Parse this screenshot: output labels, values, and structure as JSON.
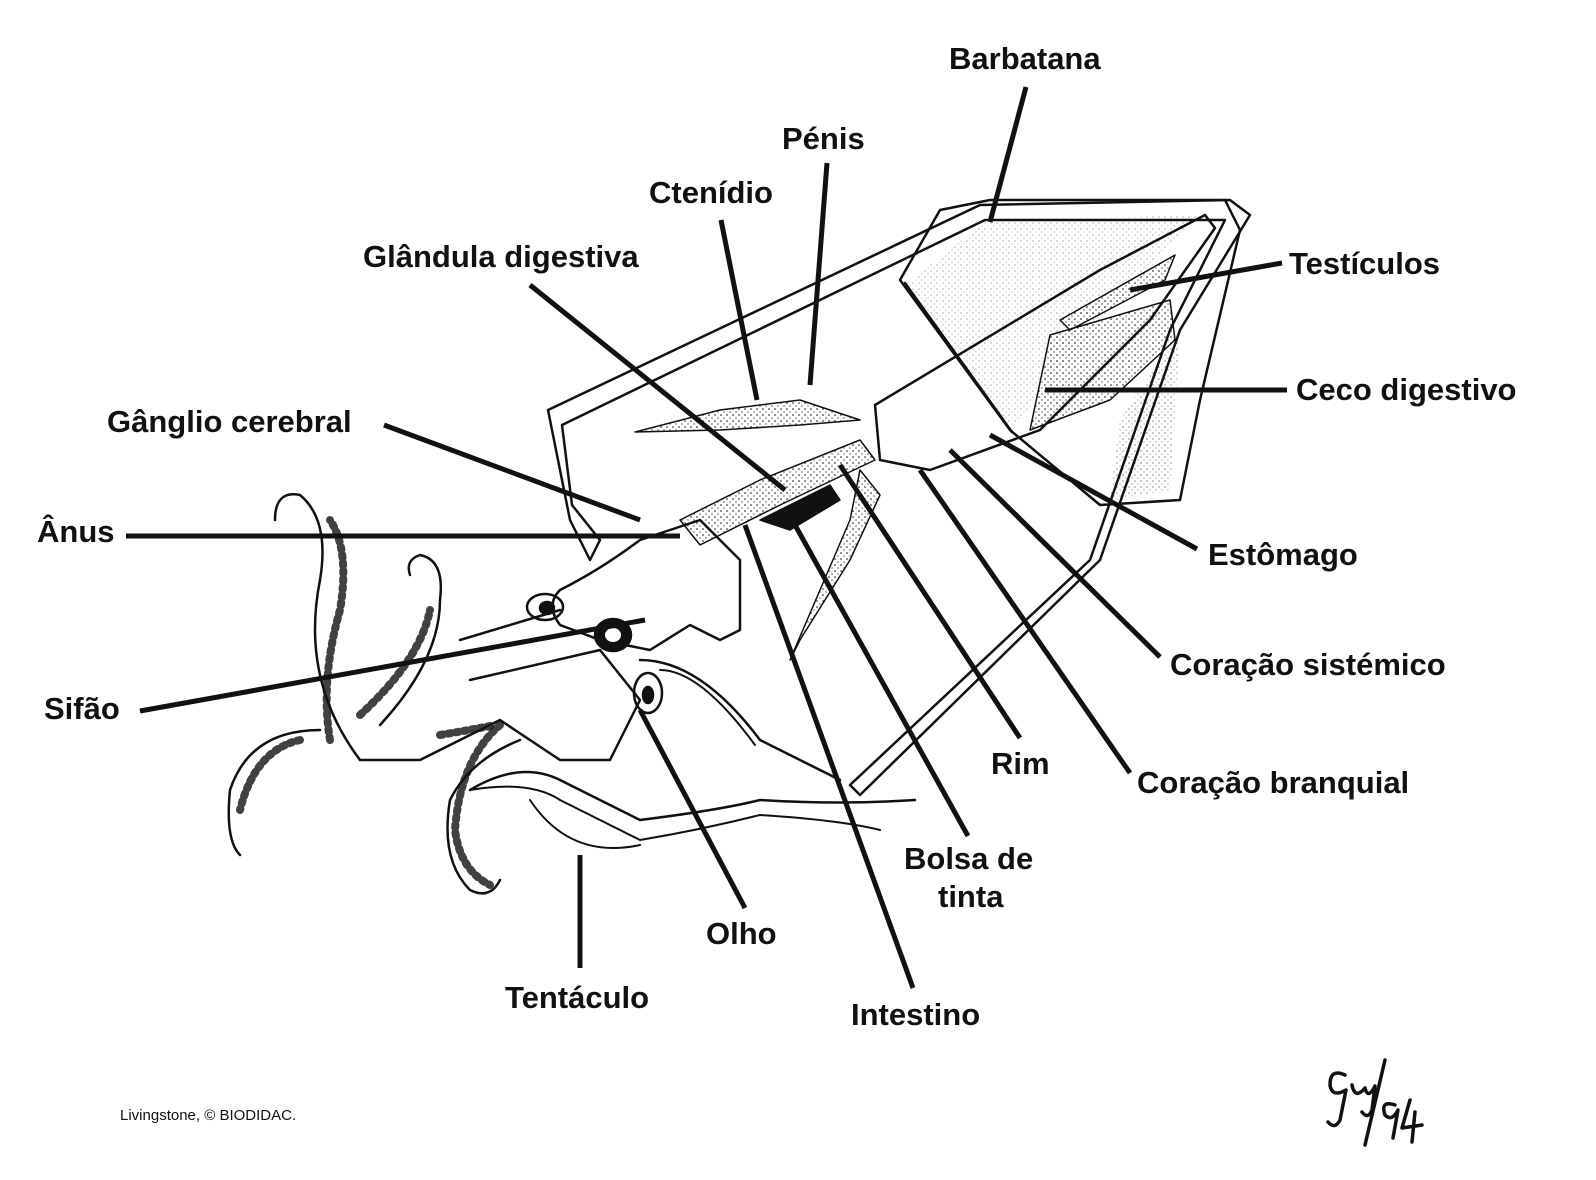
{
  "labels": {
    "barbatana": "Barbatana",
    "penis": "Pénis",
    "ctenidio": "Ctenídio",
    "glandula": "Glândula digestiva",
    "testiculos": "Testículos",
    "ceco": "Ceco digestivo",
    "ganglio": "Gânglio cerebral",
    "anus": "Ânus",
    "estomago": "Estômago",
    "coracao_sistemico": "Coração sistémico",
    "sifao": "Sifão",
    "rim": "Rim",
    "coracao_branquial": "Coração branquial",
    "bolsa_line1": "Bolsa de",
    "bolsa_line2": "tinta",
    "olho": "Olho",
    "tentaculo": "Tentáculo",
    "intestino": "Intestino"
  },
  "credit": "Livingstone, © BIODIDAC.",
  "signature": "Guy/94",
  "colors": {
    "ink": "#111111",
    "background": "#ffffff"
  }
}
